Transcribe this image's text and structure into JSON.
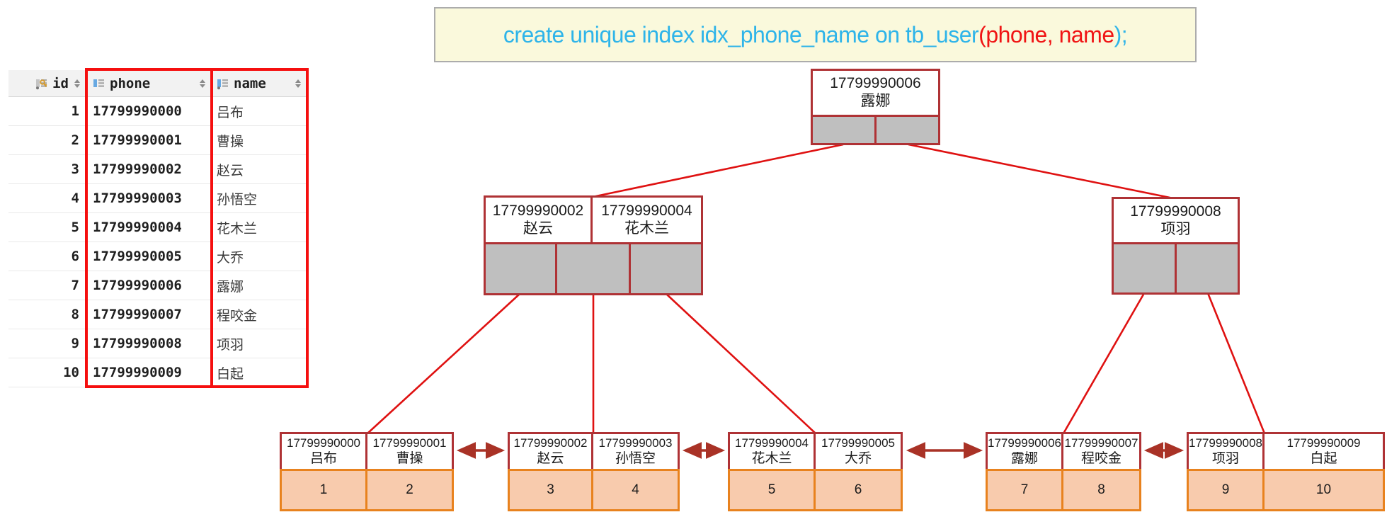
{
  "sql": {
    "part1": "create unique index idx_phone_name on tb_user",
    "part2": "(phone, name",
    "part3": ");"
  },
  "table": {
    "columns": [
      {
        "label": "id",
        "icon": "primary-key-column-icon"
      },
      {
        "label": "phone",
        "icon": "column-icon"
      },
      {
        "label": "name",
        "icon": "column-icon"
      }
    ],
    "rows": [
      [
        "1",
        "17799990000",
        "吕布"
      ],
      [
        "2",
        "17799990001",
        "曹操"
      ],
      [
        "3",
        "17799990002",
        "赵云"
      ],
      [
        "4",
        "17799990003",
        "孙悟空"
      ],
      [
        "5",
        "17799990004",
        "花木兰"
      ],
      [
        "6",
        "17799990005",
        "大乔"
      ],
      [
        "7",
        "17799990006",
        "露娜"
      ],
      [
        "8",
        "17799990007",
        "程咬金"
      ],
      [
        "9",
        "17799990008",
        "项羽"
      ],
      [
        "10",
        "17799990009",
        "白起"
      ]
    ]
  },
  "tree": {
    "root": {
      "phone": "17799990006",
      "name": "露娜"
    },
    "internal_left": {
      "key1_phone": "17799990002",
      "key1_name": "赵云",
      "key2_phone": "17799990004",
      "key2_name": "花木兰"
    },
    "internal_right": {
      "key1_phone": "17799990008",
      "key1_name": "项羽"
    },
    "leaves": [
      {
        "p1": "17799990000",
        "n1": "吕布",
        "p2": "17799990001",
        "n2": "曹操",
        "id1": "1",
        "id2": "2"
      },
      {
        "p1": "17799990002",
        "n1": "赵云",
        "p2": "17799990003",
        "n2": "孙悟空",
        "id1": "3",
        "id2": "4"
      },
      {
        "p1": "17799990004",
        "n1": "花木兰",
        "p2": "17799990005",
        "n2": "大乔",
        "id1": "5",
        "id2": "6"
      },
      {
        "p1": "17799990006",
        "n1": "露娜",
        "p2": "17799990007",
        "n2": "程咬金",
        "id1": "7",
        "id2": "8"
      },
      {
        "p1": "17799990008",
        "n1": "项羽",
        "p2": "17799990009",
        "n2": "白起",
        "id1": "9",
        "id2": "10"
      }
    ]
  },
  "colors": {
    "sql_text": "#2EB4E9",
    "sql_highlight": "#F01414",
    "sql_box_bg": "#FAF9DC",
    "table_highlight_box": "#F50F0F",
    "node_border": "#AF3235",
    "tree_line": "#DF1111",
    "leaf_link_arrow": "#A93226",
    "pointer_cell_fill": "#BFBFBF",
    "leaf_id_fill": "#F8CBAD",
    "leaf_id_border": "#E8821E"
  }
}
